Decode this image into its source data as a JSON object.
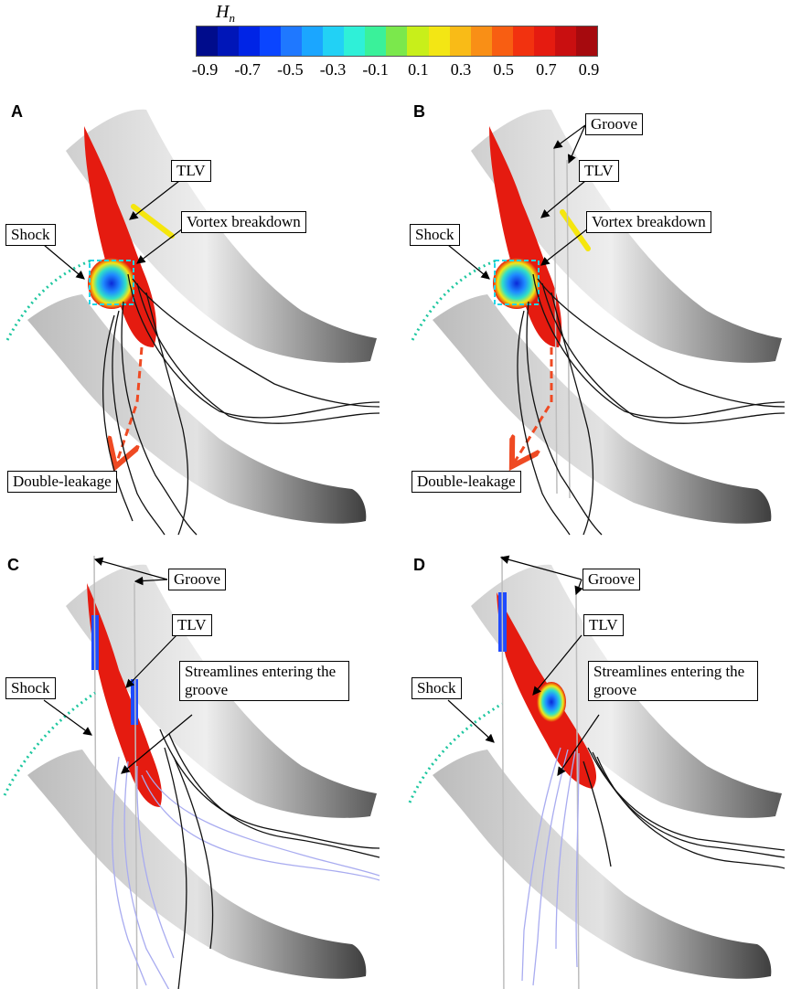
{
  "colorbar": {
    "symbol": "H",
    "subscript": "n",
    "ticks": [
      "-0.9",
      "-0.7",
      "-0.5",
      "-0.3",
      "-0.1",
      "0.1",
      "0.3",
      "0.5",
      "0.7",
      "0.9"
    ],
    "colors": [
      "#000c8c",
      "#0016b8",
      "#0024e6",
      "#0a45ff",
      "#1f78ff",
      "#1ba6ff",
      "#22d1f5",
      "#2ff0d8",
      "#3af19a",
      "#7be84c",
      "#c8ef1a",
      "#f3e614",
      "#f9bb17",
      "#f98f16",
      "#f85e12",
      "#f2320f",
      "#e51b10",
      "#c90f10",
      "#a60a0e"
    ]
  },
  "panels": {
    "A": {
      "label": "A",
      "callouts": {
        "tlv": "TLV",
        "vortex": "Vortex breakdown",
        "shock": "Shock",
        "double": "Double-leakage"
      }
    },
    "B": {
      "label": "B",
      "callouts": {
        "groove": "Groove",
        "tlv": "TLV",
        "vortex": "Vortex breakdown",
        "shock": "Shock",
        "double": "Double-leakage"
      }
    },
    "C": {
      "label": "C",
      "callouts": {
        "groove": "Groove",
        "tlv": "TLV",
        "streamlines": "Streamlines entering the groove",
        "shock": "Shock"
      }
    },
    "D": {
      "label": "D",
      "callouts": {
        "groove": "Groove",
        "tlv": "TLV",
        "streamlines": "Streamlines entering the groove",
        "shock": "Shock"
      }
    }
  },
  "colors": {
    "blade_light": "#e6e6e6",
    "blade_dark": "#555555",
    "shock": "#1fc7a0",
    "double_leakage": "#ef4a23",
    "streamline": "#111111",
    "groove_streamline": "#a9acf0",
    "groove_line": "#bdbdbd",
    "vortex_box": "#22d6e6",
    "yellow_strip": "#f5e60e"
  }
}
